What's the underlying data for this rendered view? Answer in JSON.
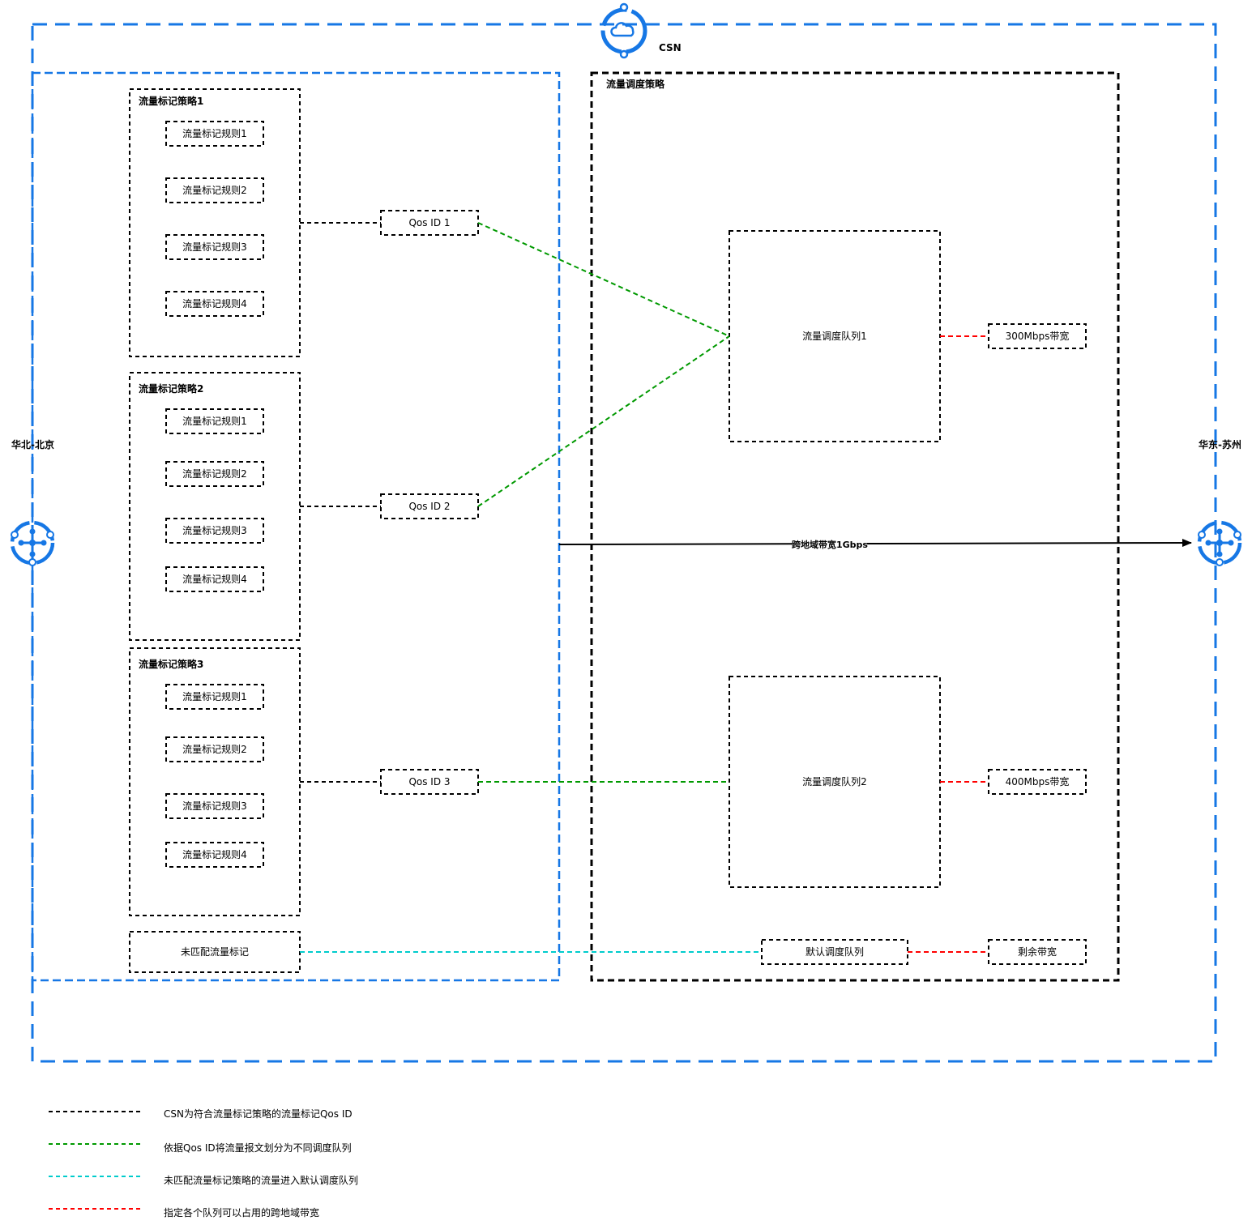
{
  "csn": {
    "label": "CSN"
  },
  "regions": {
    "source": "华北-北京",
    "target": "华东-苏州"
  },
  "policies": [
    {
      "title": "流量标记策略1",
      "rules": [
        "流量标记规则1",
        "流量标记规则2",
        "流量标记规则3",
        "流量标记规则4"
      ],
      "qos": "Qos ID 1"
    },
    {
      "title": "流量标记策略2",
      "rules": [
        "流量标记规则1",
        "流量标记规则2",
        "流量标记规则3",
        "流量标记规则4"
      ],
      "qos": "Qos ID 2"
    },
    {
      "title": "流量标记策略3",
      "rules": [
        "流量标记规则1",
        "流量标记规则2",
        "流量标记规则3",
        "流量标记规则4"
      ],
      "qos": "Qos ID 3"
    }
  ],
  "unmatched": "未匹配流量标记",
  "scheduling": {
    "title": "流量调度策略",
    "queue1": "流量调度队列1",
    "queue2": "流量调度队列2",
    "default_queue": "默认调度队列",
    "bw1": "300Mbps带宽",
    "bw2": "400Mbps带宽",
    "bw_default": "剩余带宽"
  },
  "link_label": "跨地域带宽1Gbps",
  "legend": [
    {
      "color": "#000000",
      "text": "CSN为符合流量标记策略的流量标记Qos ID"
    },
    {
      "color": "#009900",
      "text": "依据Qos ID将流量报文划分为不同调度队列"
    },
    {
      "color": "#00CCCC",
      "text": "未匹配流量标记策略的流量进入默认调度队列"
    },
    {
      "color": "#FF0000",
      "text": "指定各个队列可以占用的跨地域带宽"
    }
  ],
  "colors": {
    "blue": "#1677E5",
    "black": "#000000",
    "green": "#009900",
    "cyan": "#00CCCC",
    "red": "#FF0000"
  }
}
